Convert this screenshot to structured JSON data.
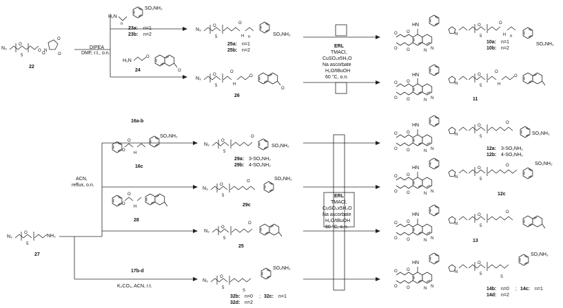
{
  "top": {
    "reagent_23": {
      "formula": "H₂N",
      "so2": "SO₂NH₂",
      "n": "n",
      "label_a": "23a:",
      "label_a_val": "n=1",
      "label_b": "23b:",
      "label_b_val": "n=2"
    },
    "start_22": {
      "n3": "N₃",
      "n": "5",
      "label": "22"
    },
    "conditions": {
      "line1": "DIPEA",
      "line2": "DMF, r.t., o.n."
    },
    "reagent_24": {
      "h2n": "H₂N",
      "label": "24",
      "o": "O"
    },
    "product_25": {
      "n3": "N₃",
      "n": "5",
      "nh": "H",
      "n2": "n",
      "so2": "SO₂NH₂",
      "label_a": "25a:",
      "label_a_val": "n=1",
      "label_b": "25b:",
      "label_b_val": "n=2"
    },
    "product_26": {
      "n3": "N₃",
      "n": "5",
      "nh": "H",
      "o": "O",
      "label": "26"
    },
    "erl": {
      "title": "ERL",
      "l1": "TMACl,",
      "l2": "CuSO₄x5H₂O",
      "l3": "Na ascorbate",
      "l4": "H₂O/tBuOH",
      "l5": "60 °C, o.n."
    },
    "product_10": {
      "hn": "HN",
      "n": "5",
      "nh": "H",
      "n2": "n",
      "so2": "SO₂NH₂",
      "label_a": "10a:",
      "label_a_val": "n=1",
      "label_b": "10b:",
      "label_b_val": "n=2"
    },
    "product_11": {
      "hn": "HN",
      "n": "5",
      "nh": "H",
      "label": "11"
    }
  },
  "bottom": {
    "start_27": {
      "n3": "N₃",
      "n": "5",
      "nh2": "NH₂",
      "label": "27"
    },
    "reagent_16ab": {
      "label": "16a-b"
    },
    "reagent_16c": {
      "so2": "SO₂NH₂",
      "h": "H",
      "label": "16c"
    },
    "reagent_28": {
      "h": "H",
      "label": "28"
    },
    "reagent_17": {
      "label": "17b-d",
      "conditions": "K₂CO₃, ACN, r.t."
    },
    "conditions": {
      "line1": "ACN,",
      "line2": "reflux, o.n."
    },
    "product_29": {
      "n3": "N₃",
      "n": "5",
      "so2": "SO₂NH₂",
      "label_a": "29a:",
      "label_a_val": "3-SO₂NH₂",
      "label_b": "29b:",
      "label_b_val": "4-SO₂NH₂"
    },
    "product_29c": {
      "n3": "N₃",
      "n": "5",
      "so2": "SO₂NH₂",
      "label": "29c"
    },
    "product_25": {
      "n3": "N₃",
      "n": "5",
      "label": "25"
    },
    "product_32": {
      "n3": "N₃",
      "n": "5",
      "s": "S",
      "so2": "SO₂NH₂",
      "label_b": "32b:",
      "label_b_val": "n=0",
      "sep": ";",
      "label_c": "32c:",
      "label_c_val": "n=1",
      "label_d": "32d:",
      "label_d_val": "n=2"
    },
    "erl": {
      "title": "ERL",
      "l1": "TMACl,",
      "l2": "CuSO₄x5H₂O",
      "l3": "Na ascorbate",
      "l4": "H₂O/tBuOH",
      "l5": "60 °C, o.n."
    },
    "product_12ab": {
      "hn": "HN",
      "n": "5",
      "so2": "SO₂NH₂",
      "label_a": "12a:",
      "label_a_val": "3-SO₂NH₂",
      "label_b": "12b:",
      "label_b_val": "4-SO₂NH₂"
    },
    "product_12c": {
      "hn": "HN",
      "n": "5",
      "so2": "SO₂NH₂",
      "label": "12c"
    },
    "product_13": {
      "hn": "HN",
      "n": "5",
      "label": "13"
    },
    "product_14": {
      "hn": "HN",
      "n": "5",
      "s": "S",
      "so2": "SO₂NH₂",
      "label_b": "14b:",
      "label_b_val": "n=0",
      "sep": ";",
      "label_c": "14c:",
      "label_c_val": "n=1",
      "label_d": "14d:",
      "label_d_val": "n=2"
    }
  }
}
